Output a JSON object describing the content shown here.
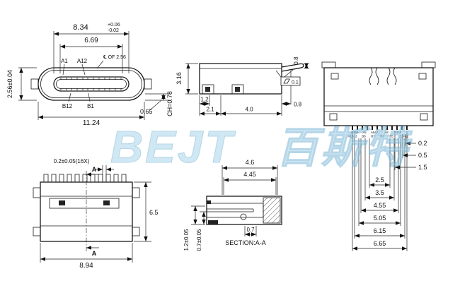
{
  "watermark": {
    "latin": "BEJT",
    "cjk": "百斯特"
  },
  "front_view": {
    "dim_tongue_width": "8.34",
    "tol_plus": "+0.06",
    "tol_minus": "-0.02",
    "dim_pin_span": "6.69",
    "pin_a1": "A1",
    "pin_a12": "A12",
    "pin_b12": "B12",
    "pin_b1": "B1",
    "centerline_note": "℄ OF 2.56",
    "dim_overall_width": "11.24",
    "dim_height": "2.56±0.04",
    "dim_tongue_offset": "0.65",
    "dim_chamfer": "CH=0.78"
  },
  "side_view": {
    "dim_height": "3.16",
    "dim_tail_height": "0.8",
    "flatness_tol": "0.1",
    "dim_foot": "1.2",
    "dim_step": "2.1",
    "dim_body": "4.0",
    "dim_tail_len": "0.8"
  },
  "rear_view": {
    "pin_row_top": [
      "A4B9",
      "A5",
      "A6A7",
      "A8",
      "B4A9"
    ],
    "pin_row_bottom": [
      "A1B12",
      "B8",
      "B7",
      "B6",
      "B5",
      "B1A12"
    ],
    "dim_right": [
      "0.2",
      "0.5",
      "1.5"
    ],
    "ladder": [
      "2.5",
      "3.5",
      "4.55",
      "5.05",
      "6.15",
      "6.65"
    ]
  },
  "plan_view": {
    "dim_pin_width": "0.2±0.05(16X)",
    "section_mark_top": "A",
    "section_mark_bottom": "A",
    "dim_depth": "6.5",
    "dim_width": "8.94"
  },
  "section_view": {
    "dim_outer": "4.6",
    "dim_inner": "4.45",
    "dim_foot": "0.7",
    "dim_h1": "1.2±0.05",
    "dim_h2": "0.7±0.05",
    "label": "SECTION:A-A"
  }
}
